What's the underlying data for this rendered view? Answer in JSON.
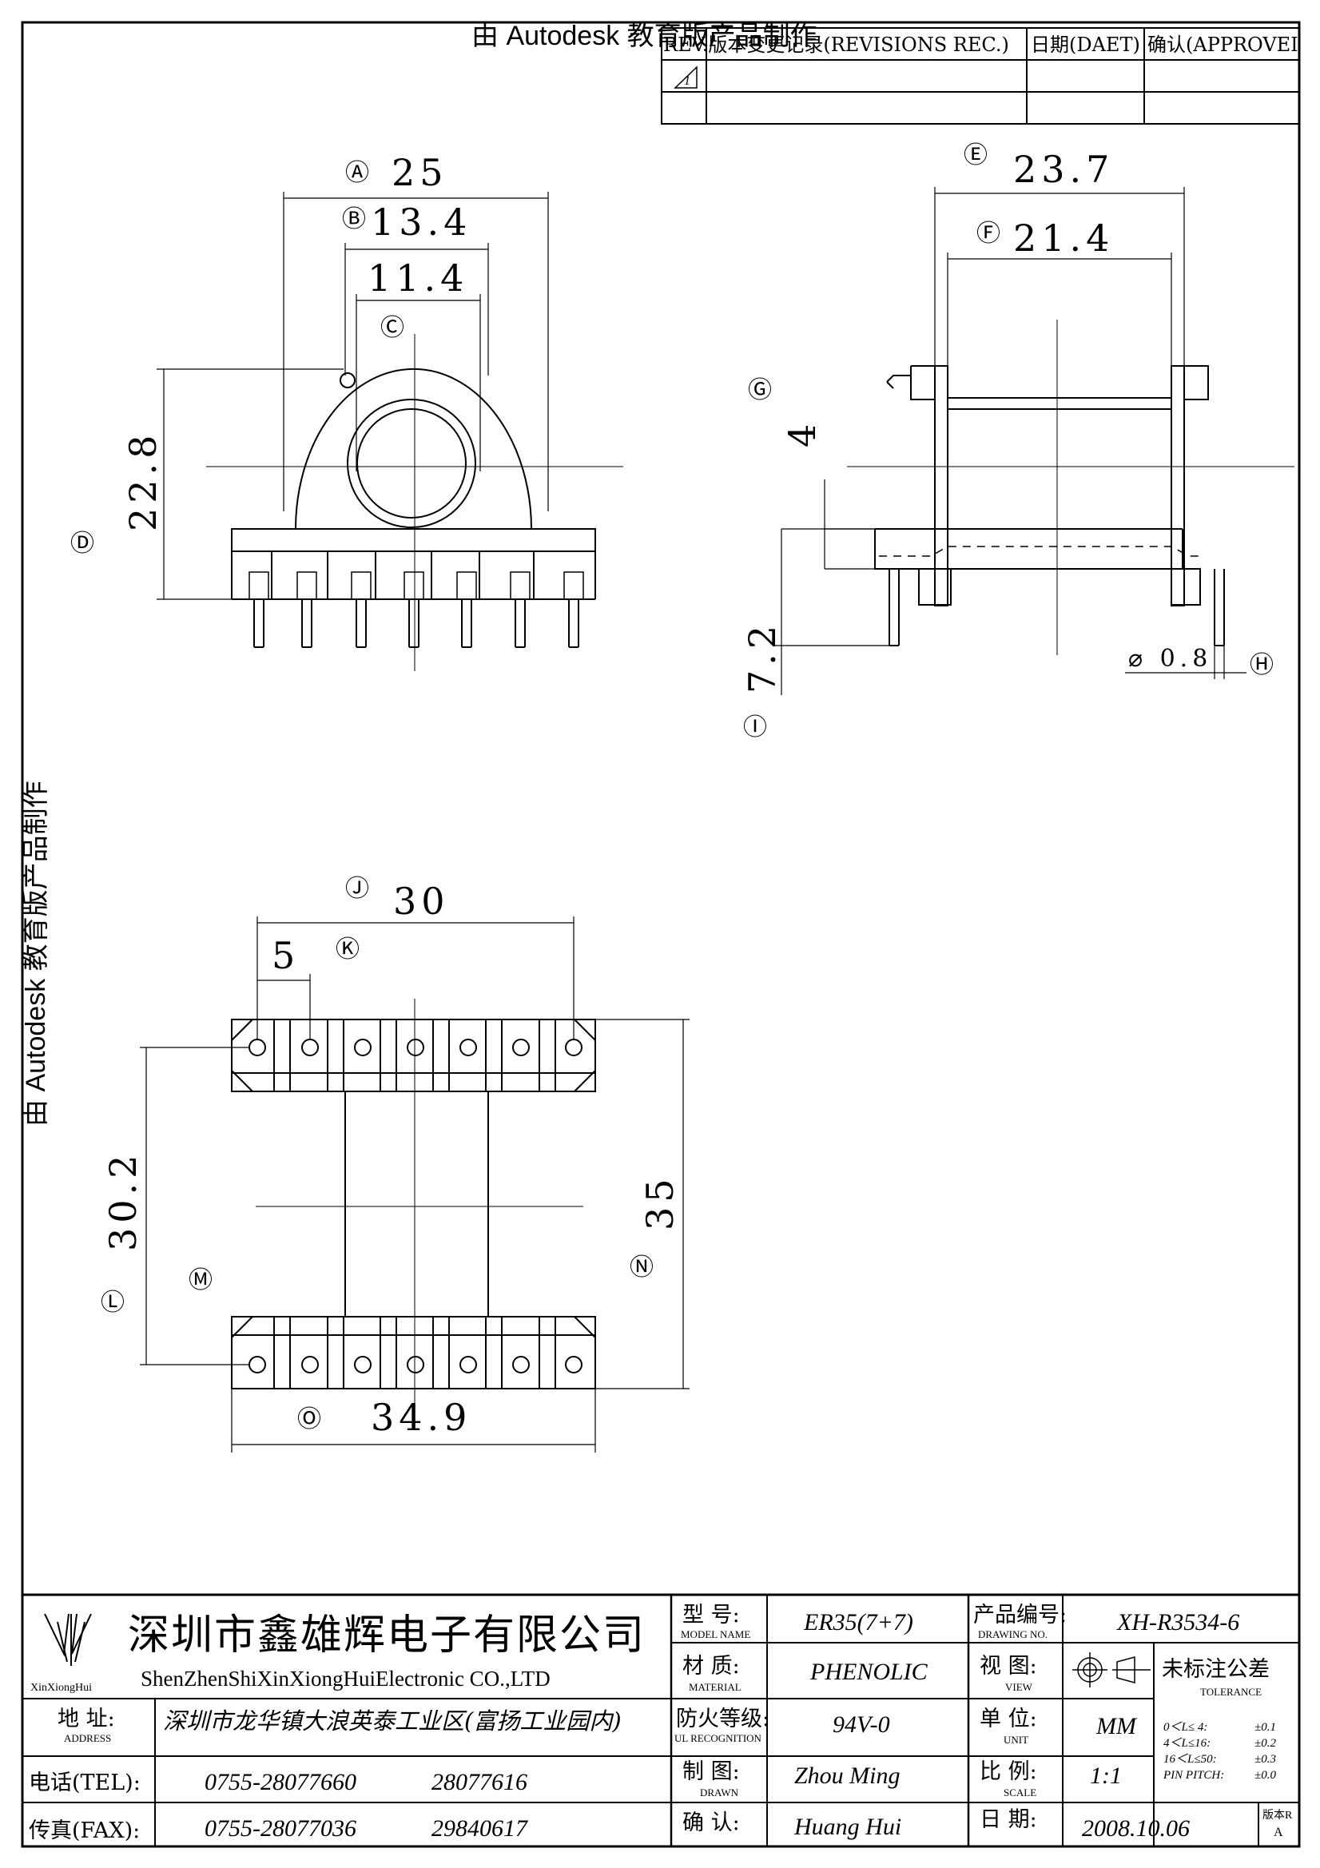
{
  "watermark": {
    "top": "由 Autodesk 教育版产品制作",
    "left": "由 Autodesk 教育版产品制作"
  },
  "revisions": {
    "col_rev": "REV.版本变更记录(REVISIONS REC.)",
    "col_date": "日期(DAET)",
    "col_approve": "确认(APPROVEI",
    "row1": "1"
  },
  "dimensions": {
    "A": {
      "mark": "Ⓐ",
      "value": "25"
    },
    "B": {
      "mark": "Ⓑ",
      "value": "13.4"
    },
    "B2": {
      "value": "11.4"
    },
    "C": {
      "mark": "Ⓒ"
    },
    "D": {
      "mark": "Ⓓ",
      "value": "22.8"
    },
    "E": {
      "mark": "Ⓔ",
      "value": "23.7"
    },
    "F": {
      "mark": "Ⓕ",
      "value": "21.4"
    },
    "G": {
      "mark": "Ⓖ",
      "value": "4"
    },
    "H": {
      "mark": "Ⓗ",
      "value": "⌀ 0.8"
    },
    "I": {
      "mark": "Ⓘ",
      "value": "7.2"
    },
    "J": {
      "mark": "Ⓙ",
      "value": "30"
    },
    "K": {
      "mark": "Ⓚ",
      "value": "5"
    },
    "L": {
      "mark": "Ⓛ",
      "value": "30.2"
    },
    "M": {
      "mark": "Ⓜ"
    },
    "N": {
      "mark": "Ⓝ",
      "value": "35"
    },
    "O": {
      "mark": "Ⓞ",
      "value": "34.9"
    }
  },
  "title_block": {
    "logo_text": "XinXiongHui",
    "company_cn": "深圳市鑫雄辉电子有限公司",
    "company_en": "ShenZhenShiXinXiongHuiElectronic CO.,LTD",
    "address_label": "地 址:",
    "address_label_en": "ADDRESS",
    "address": "深圳市龙华镇大浪英泰工业区(富扬工业园内)",
    "tel_label": "电话(TEL):",
    "tel1": "0755-28077660",
    "tel2": "28077616",
    "fax_label": "传真(FAX):",
    "fax1": "0755-28077036",
    "fax2": "29840617",
    "model_label": "型 号:",
    "model_label_en": "MODEL NAME",
    "model": "ER35(7+7)",
    "material_label": "材 质:",
    "material_label_en": "MATERIAL",
    "material": "PHENOLIC",
    "ul_label": "防火等级:",
    "ul_label_en": "UL RECOGNITION",
    "ul": "94V-0",
    "drawn_label": "制 图:",
    "drawn_label_en": "DRAWN",
    "drawn": "Zhou Ming",
    "approve_label": "确 认:",
    "approve": "Huang Hui",
    "drawing_no_label": "产品编号:",
    "drawing_no_label_en": "DRAWING NO.",
    "drawing_no": "XH-R3534-6",
    "view_label": "视 图:",
    "view_label_en": "VIEW",
    "unit_label": "单 位:",
    "unit_label_en": "UNIT",
    "unit": "MM",
    "scale_label": "比 例:",
    "scale_label_en": "SCALE",
    "scale": "1:1",
    "date_label": "日 期:",
    "date": "2008.10.06",
    "tolerance_label": "未标注公差",
    "tolerance_label_en": "TOLERANCE",
    "tol1": "0＜L≤ 4:",
    "tol1v": "±0.1",
    "tol2": "4＜L≤16:",
    "tol2v": "±0.2",
    "tol3": "16＜L≤50:",
    "tol3v": "±0.3",
    "tol4": "PIN PITCH:",
    "tol4v": "±0.0",
    "version_label": "版本R",
    "version": "A"
  }
}
